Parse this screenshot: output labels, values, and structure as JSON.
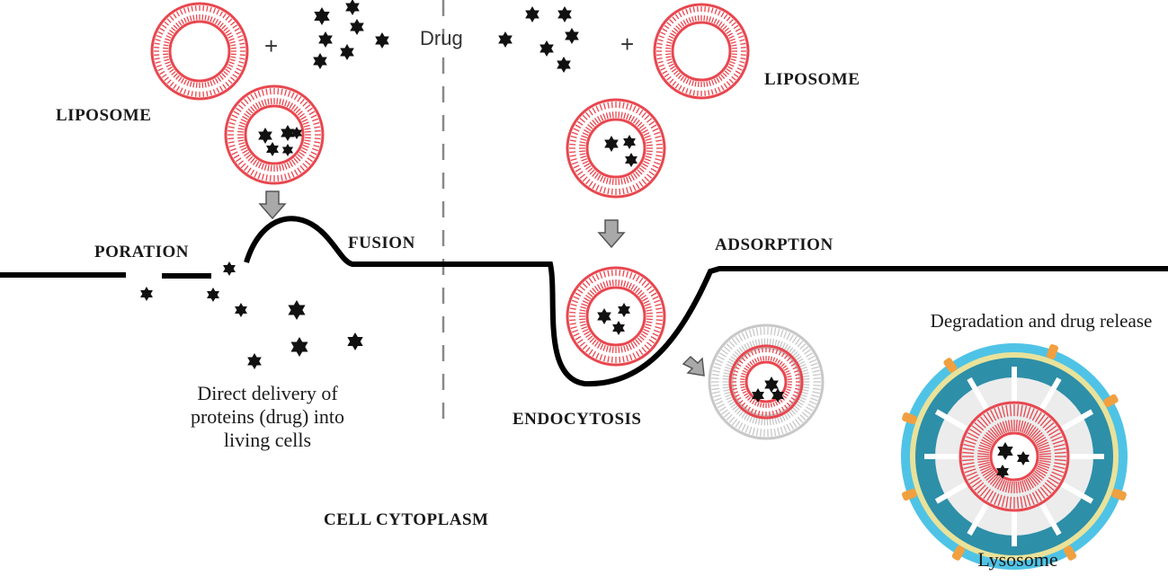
{
  "labels": {
    "liposome_left": "LIPOSOME",
    "liposome_right": "LIPOSOME",
    "drug": "Drug",
    "plus_left": "+",
    "plus_right": "+",
    "poration": "PORATION",
    "fusion": "FUSION",
    "adsorption": "ADSORPTION",
    "endocytosis": "ENDOCYTOSIS",
    "direct_delivery": "Direct delivery of proteins (drug) into living  cells",
    "degradation": "Degradation and drug release",
    "lysosome": "Lysosome",
    "cell_cytoplasm": "CELL CYTOPLASM"
  },
  "colors": {
    "lipid": "#e8474f",
    "lipid_light": "#f4a6a8",
    "drug": "#111111",
    "membrane": "#000000",
    "endosome": "#c8c8c8",
    "lysosome_outer": "#4fc3e6",
    "lysosome_inner": "#2e8fa8",
    "protein": "#f0a040",
    "arrow": "#9a9a9a"
  }
}
